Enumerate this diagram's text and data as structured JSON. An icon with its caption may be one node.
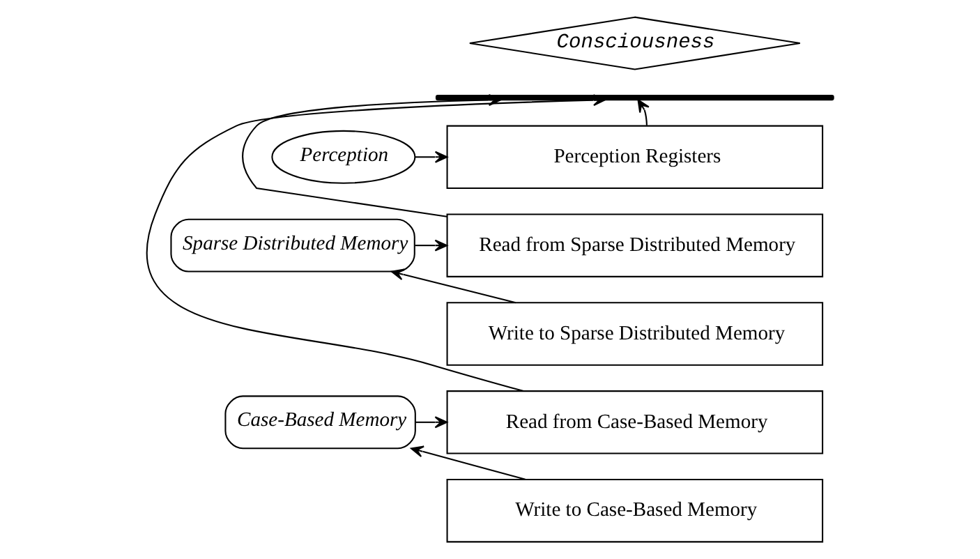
{
  "diagram": {
    "nodes": [
      {
        "text": [
          "Consciousness"
        ]
      },
      {
        "text": [],
        "shape": "arc"
      },
      {
        "text": [
          "Perception Registers"
        ]
      },
      {
        "text": [
          "Read from Sparse Distributed Memory"
        ]
      },
      {
        "text": [
          "Write to Sparse Distributed Memory"
        ]
      },
      {
        "text": [
          "Read from Case-Based Memory"
        ]
      },
      {
        "text": [
          "Write to Case-Based Memory"
        ]
      },
      {
        "text": [
          "Perception"
        ]
      },
      {
        "text": [
          "Sparse Distributed Memory"
        ]
      },
      {
        "text": [
          "Case-Based Memory"
        ]
      }
    ],
    "edges": [
      {
        "from": 7,
        "to": 2,
        "arrow": "to"
      },
      {
        "from": 8,
        "to": 3,
        "arrow": "to"
      },
      {
        "from": 4,
        "to": 8,
        "arrow": "to"
      },
      {
        "from": 9,
        "to": 5,
        "arrow": "to"
      },
      {
        "from": 6,
        "to": 9,
        "arrow": "to"
      },
      {
        "from": 5,
        "to": 1,
        "arrow": "to"
      },
      {
        "from": 2,
        "to": 1,
        "arrow": "to"
      },
      {
        "from": 3,
        "to": 1,
        "arrow": "to"
      }
    ]
  }
}
